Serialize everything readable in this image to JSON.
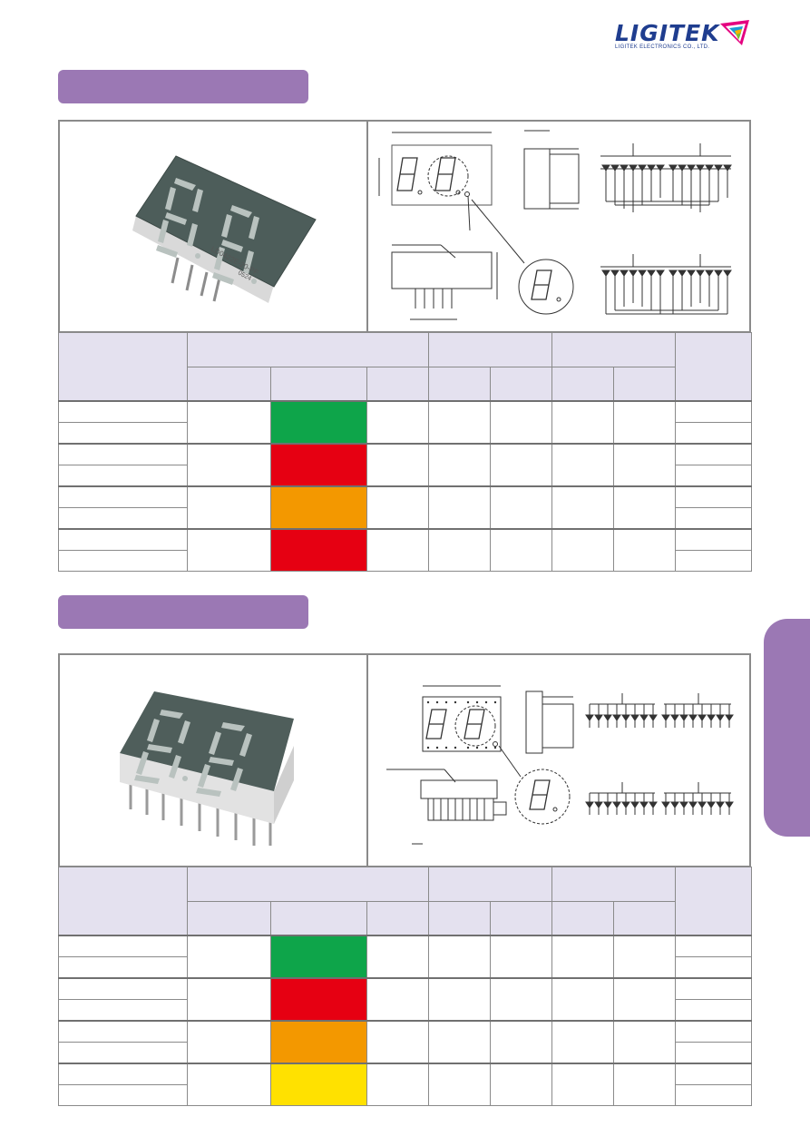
{
  "brand": {
    "name": "LIGITEK",
    "tagline": "LIGITEK ELECTRONICS CO., LTD.",
    "accent_color": "#9b78b4",
    "text_color": "#1f3d8f"
  },
  "sections": [
    {
      "photo_marking": "LD0422E-20-PF",
      "photo_code": "0524",
      "swatch_colors": [
        "#0ea54a",
        "#e60012",
        "#f39800",
        "#e60012"
      ]
    },
    {
      "swatch_colors": [
        "#0ea54a",
        "#e60012",
        "#f39800",
        "#ffe100"
      ]
    }
  ]
}
